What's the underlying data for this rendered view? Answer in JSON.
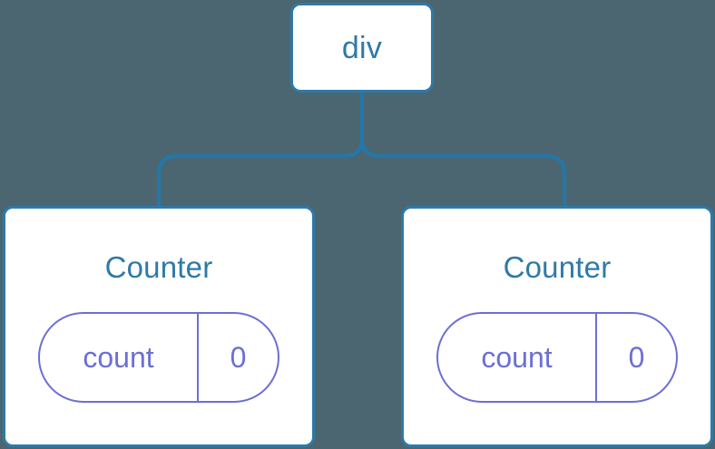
{
  "diagram": {
    "type": "component-tree",
    "background_color": "#4b6670",
    "node_border_color": "#2e7aa8",
    "node_fill_color": "#ffffff",
    "connector_color": "#2277ab",
    "state_color": "#6c6fd4",
    "root": {
      "label": "div"
    },
    "children": [
      {
        "title": "Counter",
        "state": {
          "key": "count",
          "value": "0"
        }
      },
      {
        "title": "Counter",
        "state": {
          "key": "count",
          "value": "0"
        }
      }
    ]
  }
}
